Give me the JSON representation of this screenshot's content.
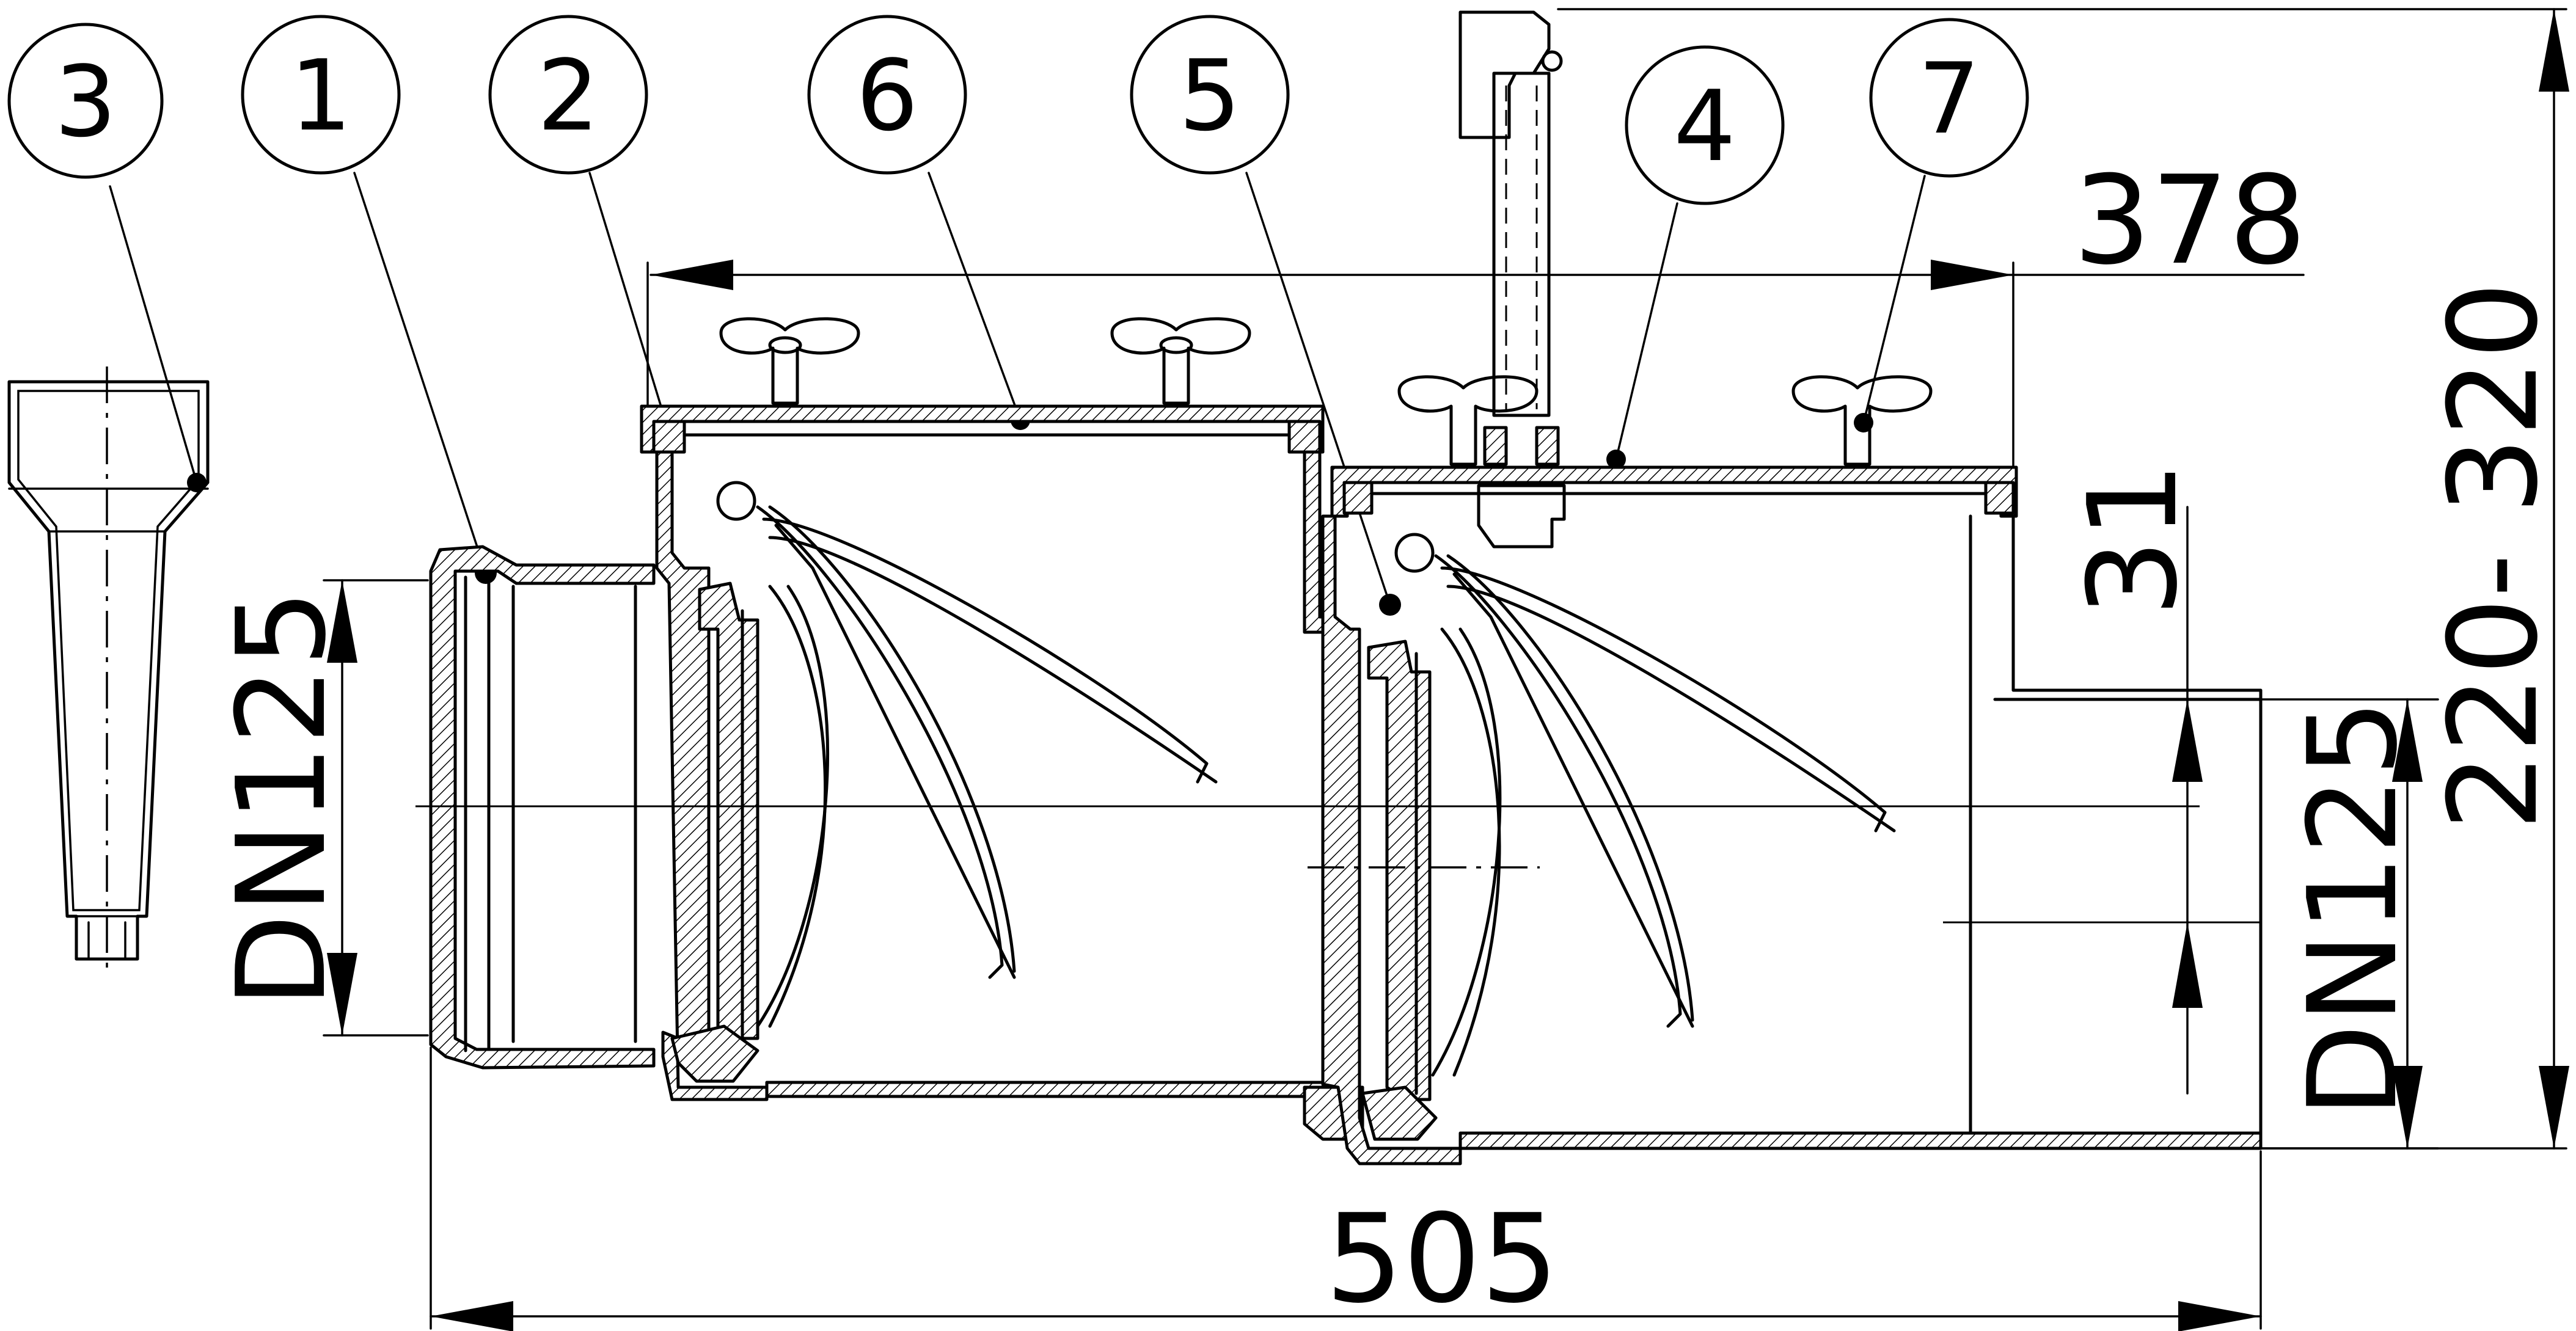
{
  "callouts": [
    "3",
    "1",
    "2",
    "6",
    "5",
    "4",
    "7"
  ],
  "dimensions": {
    "top_length": "378",
    "height_range": "220- 320",
    "inlet_diameter": "DN125",
    "outlet_diameter": "DN125",
    "offset": "31",
    "total_length": "505"
  }
}
